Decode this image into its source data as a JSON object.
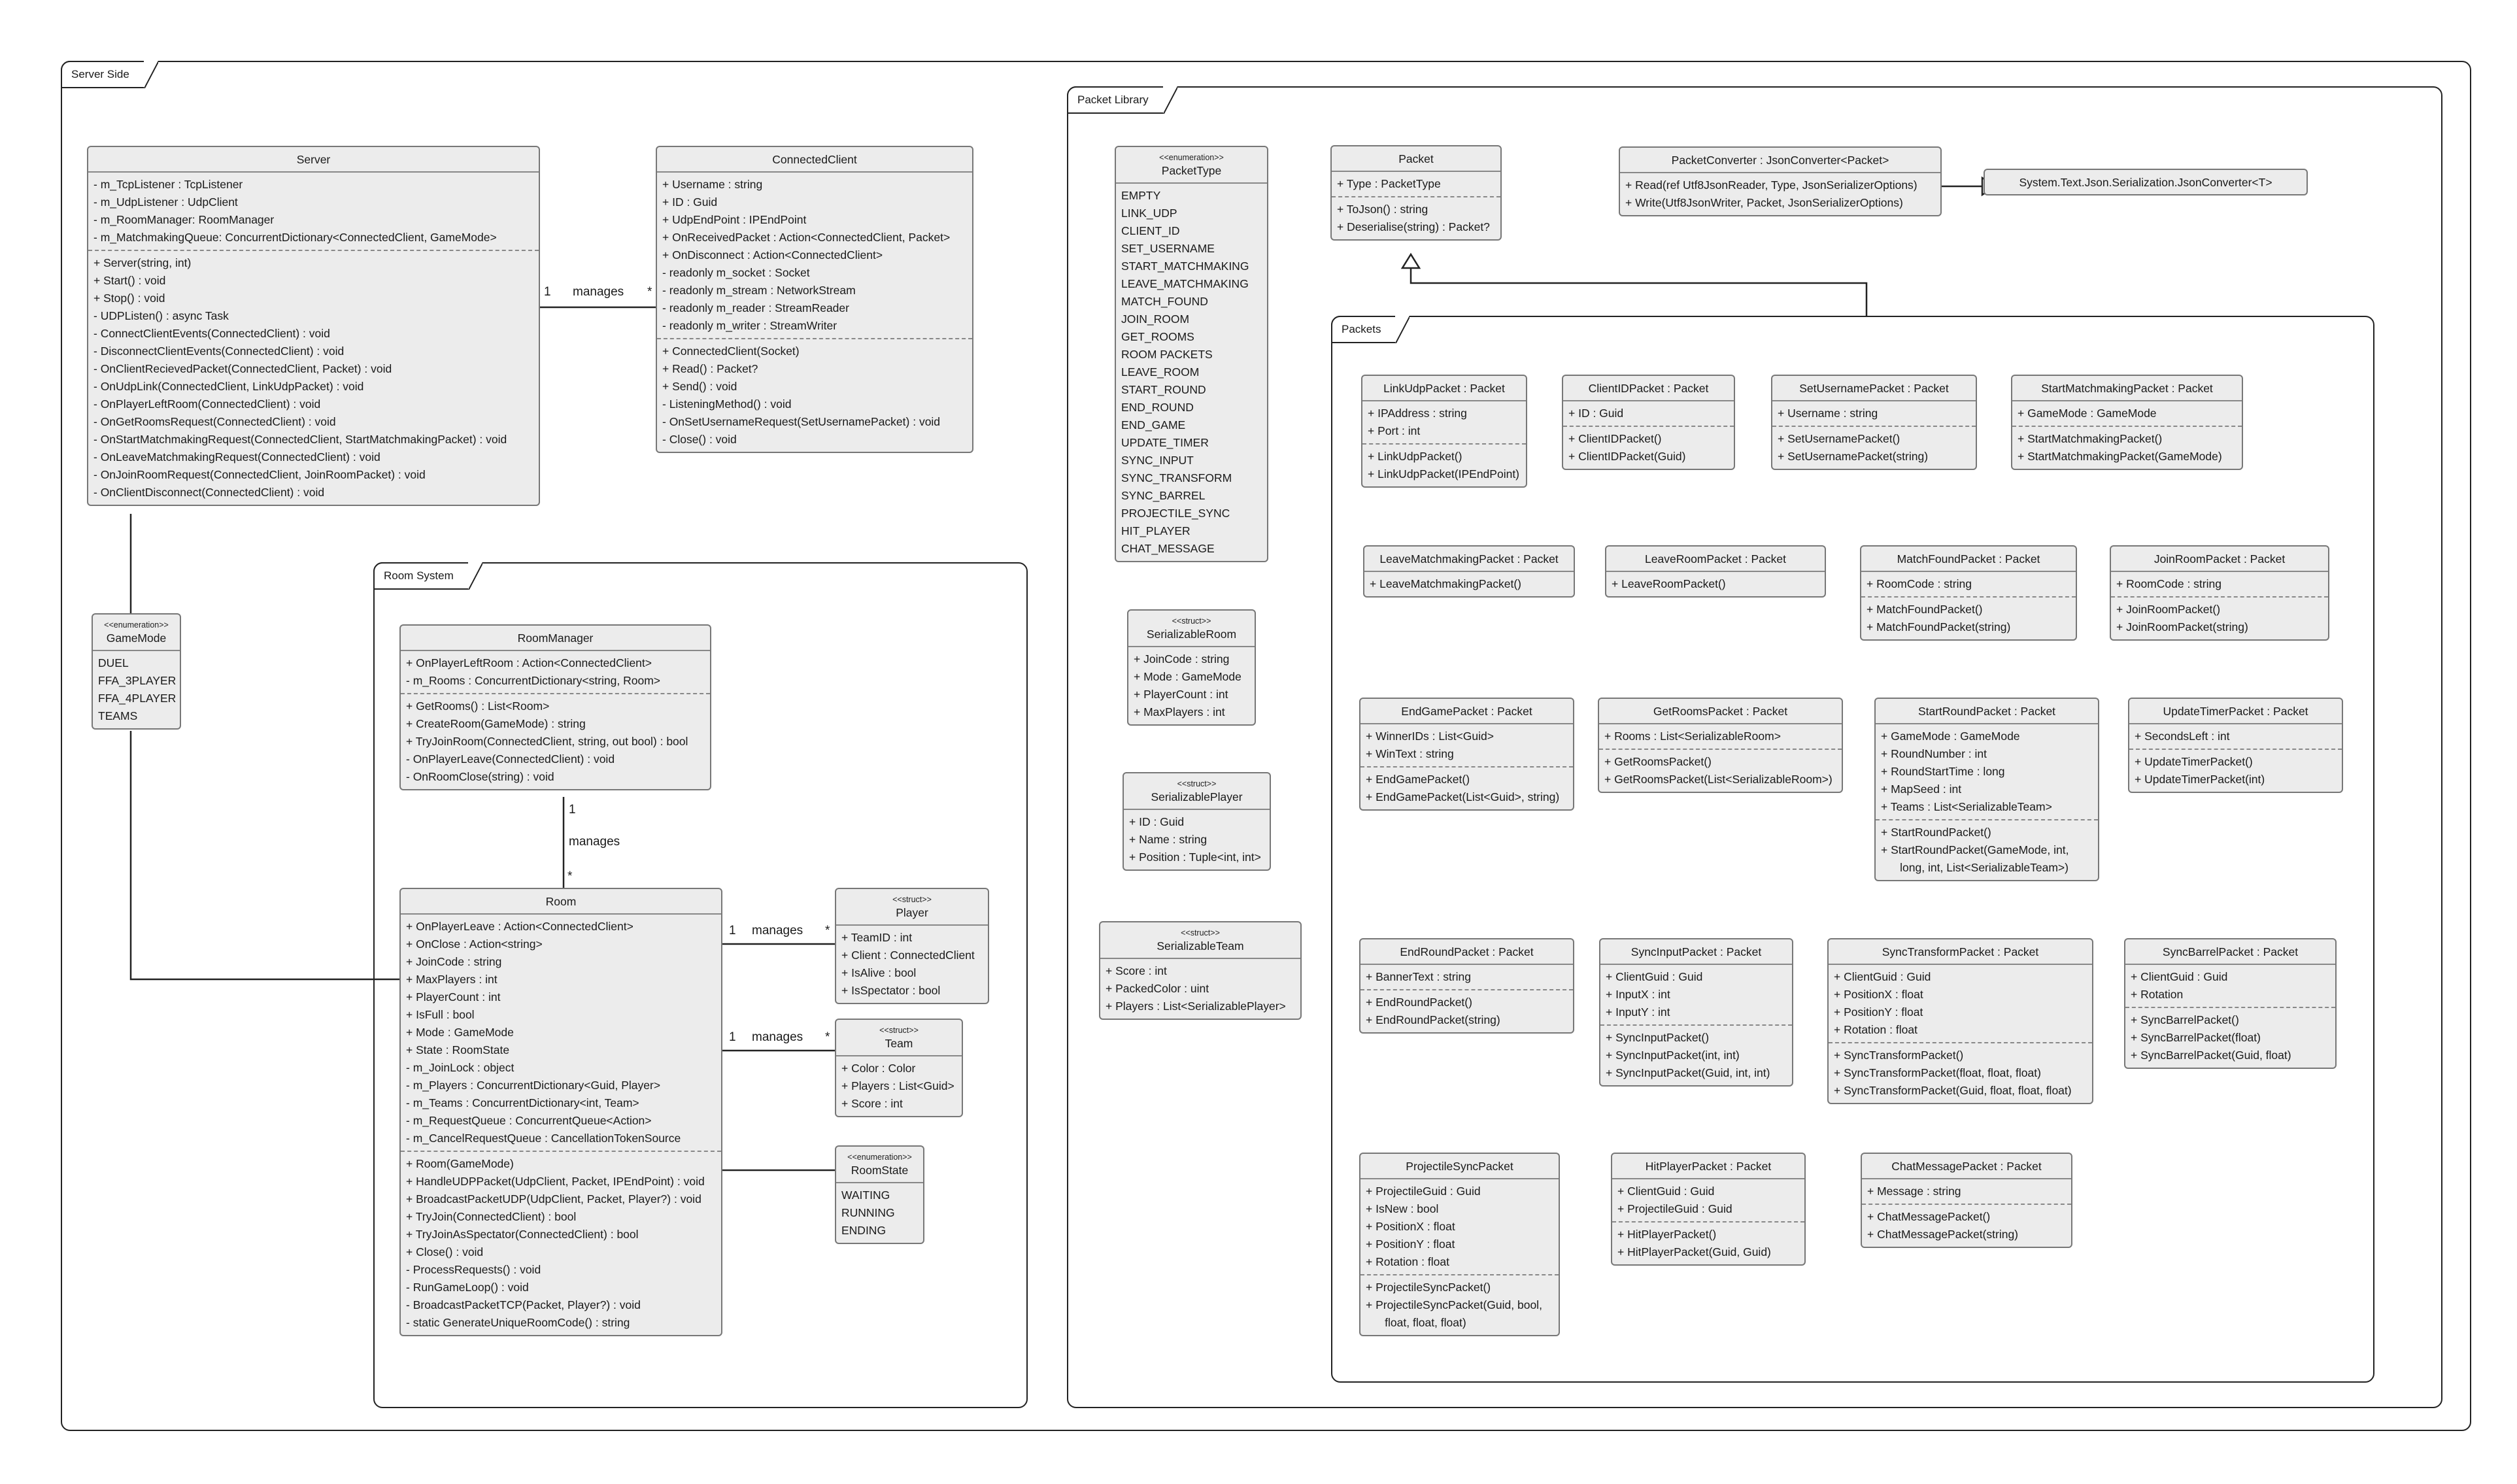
{
  "packages": {
    "server_side": "Server Side",
    "room_system": "Room System",
    "packet_library": "Packet Library",
    "packets": "Packets"
  },
  "relations": {
    "server_client": {
      "left": "1",
      "label": "manages",
      "right": "*"
    },
    "roommanager_room": {
      "left": "1",
      "label": "manages",
      "right": "*"
    },
    "room_player": {
      "left": "1",
      "label": "manages",
      "right": "*"
    },
    "room_team": {
      "left": "1",
      "label": "manages",
      "right": "*"
    }
  },
  "classes": {
    "server": {
      "name": "Server",
      "fields": [
        "- m_TcpListener : TcpListener",
        "- m_UdpListener : UdpClient",
        "- m_RoomManager: RoomManager",
        "- m_MatchmakingQueue: ConcurrentDictionary<ConnectedClient, GameMode>"
      ],
      "methods": [
        "+ Server(string, int)",
        "+ Start() : void",
        "+ Stop() : void",
        "- UDPListen() : async Task",
        "- ConnectClientEvents(ConnectedClient) : void",
        "- DisconnectClientEvents(ConnectedClient) : void",
        "- OnClientRecievedPacket(ConnectedClient, Packet) : void",
        "- OnUdpLink(ConnectedClient, LinkUdpPacket) : void",
        "- OnPlayerLeftRoom(ConnectedClient) : void",
        "- OnGetRoomsRequest(ConnectedClient) : void",
        "- OnStartMatchmakingRequest(ConnectedClient, StartMatchmakingPacket) : void",
        "- OnLeaveMatchmakingRequest(ConnectedClient) : void",
        "- OnJoinRoomRequest(ConnectedClient, JoinRoomPacket) : void",
        "- OnClientDisconnect(ConnectedClient) : void"
      ]
    },
    "connected_client": {
      "name": "ConnectedClient",
      "fields": [
        "+ Username : string",
        "+ ID : Guid",
        "+ UdpEndPoint : IPEndPoint",
        "+ OnReceivedPacket : Action<ConnectedClient, Packet>",
        "+ OnDisconnect : Action<ConnectedClient>",
        "- readonly m_socket : Socket",
        "- readonly m_stream : NetworkStream",
        "- readonly m_reader : StreamReader",
        "- readonly m_writer : StreamWriter"
      ],
      "methods": [
        "+ ConnectedClient(Socket)",
        "+ Read() : Packet?",
        "+ Send() : void",
        "- ListeningMethod() : void",
        "- OnSetUsernameRequest(SetUsernamePacket) : void",
        "- Close() : void"
      ]
    },
    "game_mode": {
      "stereotype": "<<enumeration>>",
      "name": "GameMode",
      "values": [
        "DUEL",
        "FFA_3PLAYER",
        "FFA_4PLAYER",
        "TEAMS"
      ]
    },
    "room_manager": {
      "name": "RoomManager",
      "fields": [
        "+ OnPlayerLeftRoom : Action<ConnectedClient>",
        "- m_Rooms : ConcurrentDictionary<string, Room>"
      ],
      "methods": [
        "+ GetRooms() : List<Room>",
        "+ CreateRoom(GameMode) : string",
        "+ TryJoinRoom(ConnectedClient, string, out bool) : bool",
        "- OnPlayerLeave(ConnectedClient) : void",
        "- OnRoomClose(string) : void"
      ]
    },
    "room": {
      "name": "Room",
      "fields": [
        "+ OnPlayerLeave : Action<ConnectedClient>",
        "+ OnClose : Action<string>",
        "+ JoinCode : string",
        "+ MaxPlayers : int",
        "+ PlayerCount : int",
        "+ IsFull : bool",
        "+ Mode : GameMode",
        "+ State : RoomState",
        "- m_JoinLock : object",
        "- m_Players : ConcurrentDictionary<Guid, Player>",
        "- m_Teams : ConcurrentDictionary<int, Team>",
        "- m_RequestQueue : ConcurrentQueue<Action>",
        "- m_CancelRequestQueue : CancellationTokenSource"
      ],
      "methods": [
        "+ Room(GameMode)",
        "+ HandleUDPPacket(UdpClient, Packet, IPEndPoint) : void",
        "+ BroadcastPacketUDP(UdpClient, Packet, Player?) : void",
        "+ TryJoin(ConnectedClient) : bool",
        "+ TryJoinAsSpectator(ConnectedClient) : bool",
        "+ Close() : void",
        "- ProcessRequests() : void",
        "- RunGameLoop() : void",
        "- BroadcastPacketTCP(Packet, Player?) : void",
        "- static GenerateUniqueRoomCode() : string"
      ]
    },
    "player": {
      "stereotype": "<<struct>>",
      "name": "Player",
      "fields": [
        "+ TeamID : int",
        "+ Client : ConnectedClient",
        "+ IsAlive : bool",
        "+ IsSpectator : bool"
      ]
    },
    "team": {
      "stereotype": "<<struct>>",
      "name": "Team",
      "fields": [
        "+ Color : Color",
        "+ Players : List<Guid>",
        "+ Score : int"
      ]
    },
    "room_state": {
      "stereotype": "<<enumeration>>",
      "name": "RoomState",
      "values": [
        "WAITING",
        "RUNNING",
        "ENDING"
      ]
    },
    "packet_type": {
      "stereotype": "<<enumeration>>",
      "name": "PacketType",
      "values": [
        "EMPTY",
        "LINK_UDP",
        "CLIENT_ID",
        "SET_USERNAME",
        "START_MATCHMAKING",
        "LEAVE_MATCHMAKING",
        "MATCH_FOUND",
        "JOIN_ROOM",
        "GET_ROOMS",
        "ROOM PACKETS",
        "LEAVE_ROOM",
        "START_ROUND",
        "END_ROUND",
        "END_GAME",
        "UPDATE_TIMER",
        "SYNC_INPUT",
        "SYNC_TRANSFORM",
        "SYNC_BARREL",
        "PROJECTILE_SYNC",
        "HIT_PLAYER",
        "CHAT_MESSAGE"
      ]
    },
    "serializable_room": {
      "stereotype": "<<struct>>",
      "name": "SerializableRoom",
      "fields": [
        "+ JoinCode : string",
        "+ Mode : GameMode",
        "+ PlayerCount : int",
        "+ MaxPlayers : int"
      ]
    },
    "serializable_player": {
      "stereotype": "<<struct>>",
      "name": "SerializablePlayer",
      "fields": [
        "+ ID : Guid",
        "+ Name : string",
        "+ Position : Tuple<int, int>"
      ]
    },
    "serializable_team": {
      "stereotype": "<<struct>>",
      "name": "SerializableTeam",
      "fields": [
        "+ Score : int",
        "+ PackedColor : uint",
        "+ Players : List<SerializablePlayer>"
      ]
    },
    "packet": {
      "name": "Packet",
      "fields": [
        "+ Type : PacketType"
      ],
      "methods": [
        "+ ToJson() : string",
        "+ Deserialise(string) : Packet?"
      ]
    },
    "packet_converter": {
      "name": "PacketConverter : JsonConverter<Packet>",
      "methods": [
        "+ Read(ref Utf8JsonReader, Type, JsonSerializerOptions)",
        "+ Write(Utf8JsonWriter, Packet, JsonSerializerOptions)"
      ]
    },
    "json_converter": {
      "name": "System.Text.Json.Serialization.JsonConverter<T>"
    },
    "link_udp": {
      "name": "LinkUdpPacket : Packet",
      "fields": [
        "+ IPAddress : string",
        "+ Port : int"
      ],
      "methods": [
        "+ LinkUdpPacket()",
        "+ LinkUdpPacket(IPEndPoint)"
      ]
    },
    "client_id": {
      "name": "ClientIDPacket : Packet",
      "fields": [
        "+ ID : Guid"
      ],
      "methods": [
        "+ ClientIDPacket()",
        "+ ClientIDPacket(Guid)"
      ]
    },
    "set_username": {
      "name": "SetUsernamePacket : Packet",
      "fields": [
        "+ Username : string"
      ],
      "methods": [
        "+ SetUsernamePacket()",
        "+ SetUsernamePacket(string)"
      ]
    },
    "start_matchmaking": {
      "name": "StartMatchmakingPacket : Packet",
      "fields": [
        "+ GameMode : GameMode"
      ],
      "methods": [
        "+ StartMatchmakingPacket()",
        "+ StartMatchmakingPacket(GameMode)"
      ]
    },
    "leave_matchmaking": {
      "name": "LeaveMatchmakingPacket : Packet",
      "methods": [
        "+ LeaveMatchmakingPacket()"
      ]
    },
    "leave_room": {
      "name": "LeaveRoomPacket : Packet",
      "methods": [
        "+ LeaveRoomPacket()"
      ]
    },
    "match_found": {
      "name": "MatchFoundPacket : Packet",
      "fields": [
        "+ RoomCode : string"
      ],
      "methods": [
        "+ MatchFoundPacket()",
        "+ MatchFoundPacket(string)"
      ]
    },
    "join_room": {
      "name": "JoinRoomPacket : Packet",
      "fields": [
        "+ RoomCode : string"
      ],
      "methods": [
        "+ JoinRoomPacket()",
        "+ JoinRoomPacket(string)"
      ]
    },
    "end_game": {
      "name": "EndGamePacket : Packet",
      "fields": [
        "+ WinnerIDs : List<Guid>",
        "+ WinText : string"
      ],
      "methods": [
        "+ EndGamePacket()",
        "+ EndGamePacket(List<Guid>, string)"
      ]
    },
    "get_rooms": {
      "name": "GetRoomsPacket : Packet",
      "fields": [
        "+ Rooms : List<SerializableRoom>"
      ],
      "methods": [
        "+ GetRoomsPacket()",
        "+ GetRoomsPacket(List<SerializableRoom>)"
      ]
    },
    "start_round": {
      "name": "StartRoundPacket : Packet",
      "fields": [
        "+ GameMode : GameMode",
        "+ RoundNumber : int",
        "+ RoundStartTime : long",
        "+ MapSeed : int",
        "+ Teams : List<SerializableTeam>"
      ],
      "methods": [
        "+ StartRoundPacket()",
        "+ StartRoundPacket(GameMode, int,",
        "      long, int, List<SerializableTeam>)"
      ]
    },
    "update_timer": {
      "name": "UpdateTimerPacket : Packet",
      "fields": [
        "+ SecondsLeft : int"
      ],
      "methods": [
        "+ UpdateTimerPacket()",
        "+ UpdateTimerPacket(int)"
      ]
    },
    "end_round": {
      "name": "EndRoundPacket : Packet",
      "fields": [
        "+ BannerText : string"
      ],
      "methods": [
        "+ EndRoundPacket()",
        "+ EndRoundPacket(string)"
      ]
    },
    "sync_input": {
      "name": "SyncInputPacket : Packet",
      "fields": [
        "+ ClientGuid : Guid",
        "+ InputX : int",
        "+ InputY : int"
      ],
      "methods": [
        "+ SyncInputPacket()",
        "+ SyncInputPacket(int, int)",
        "+ SyncInputPacket(Guid, int, int)"
      ]
    },
    "sync_transform": {
      "name": "SyncTransformPacket : Packet",
      "fields": [
        "+ ClientGuid : Guid",
        "+ PositionX : float",
        "+ PositionY : float",
        "+ Rotation : float"
      ],
      "methods": [
        "+ SyncTransformPacket()",
        "+ SyncTransformPacket(float, float, float)",
        "+ SyncTransformPacket(Guid, float, float, float)"
      ]
    },
    "sync_barrel": {
      "name": "SyncBarrelPacket : Packet",
      "fields": [
        "+ ClientGuid : Guid",
        "+ Rotation"
      ],
      "methods": [
        "+ SyncBarrelPacket()",
        "+ SyncBarrelPacket(float)",
        "+ SyncBarrelPacket(Guid, float)"
      ]
    },
    "projectile_sync": {
      "name": "ProjectileSyncPacket",
      "fields": [
        "+ ProjectileGuid : Guid",
        "+ IsNew : bool",
        "+ PositionX : float",
        "+ PositionY : float",
        "+ Rotation : float"
      ],
      "methods": [
        "+ ProjectileSyncPacket()",
        "+ ProjectileSyncPacket(Guid, bool,",
        "      float, float, float)"
      ]
    },
    "hit_player": {
      "name": "HitPlayerPacket : Packet",
      "fields": [
        "+ ClientGuid : Guid",
        "+ ProjectileGuid : Guid"
      ],
      "methods": [
        "+ HitPlayerPacket()",
        "+ HitPlayerPacket(Guid, Guid)"
      ]
    },
    "chat_message": {
      "name": "ChatMessagePacket : Packet",
      "fields": [
        "+ Message : string"
      ],
      "methods": [
        "+ ChatMessagePacket()",
        "+ ChatMessagePacket(string)"
      ]
    }
  }
}
